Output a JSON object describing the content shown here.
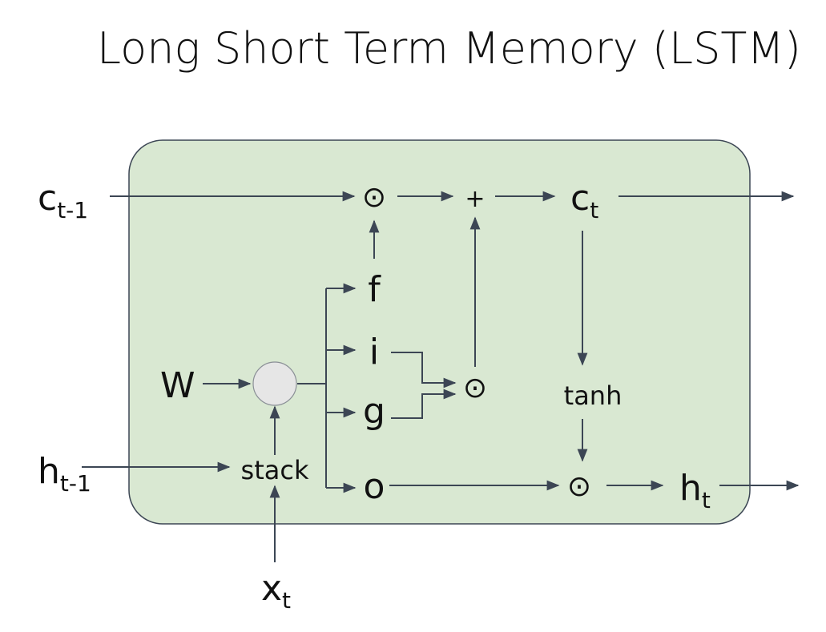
{
  "title": "Long Short Term Memory (LSTM)",
  "colors": {
    "box_fill": "#d9e8d2",
    "box_stroke": "#3c4654",
    "line": "#3c4654",
    "node_fill": "#e6e6e6"
  },
  "labels": {
    "c_prev": {
      "base": "c",
      "sub": "t-1"
    },
    "h_prev": {
      "base": "h",
      "sub": "t-1"
    },
    "x_t": {
      "base": "x",
      "sub": "t"
    },
    "c_t": {
      "base": "c",
      "sub": "t"
    },
    "h_t": {
      "base": "h",
      "sub": "t"
    },
    "W": "W",
    "stack": "stack",
    "gate_f": "f",
    "gate_i": "i",
    "gate_g": "g",
    "gate_o": "o",
    "tanh": "tanh",
    "odot": "⊙",
    "plus": "+"
  }
}
